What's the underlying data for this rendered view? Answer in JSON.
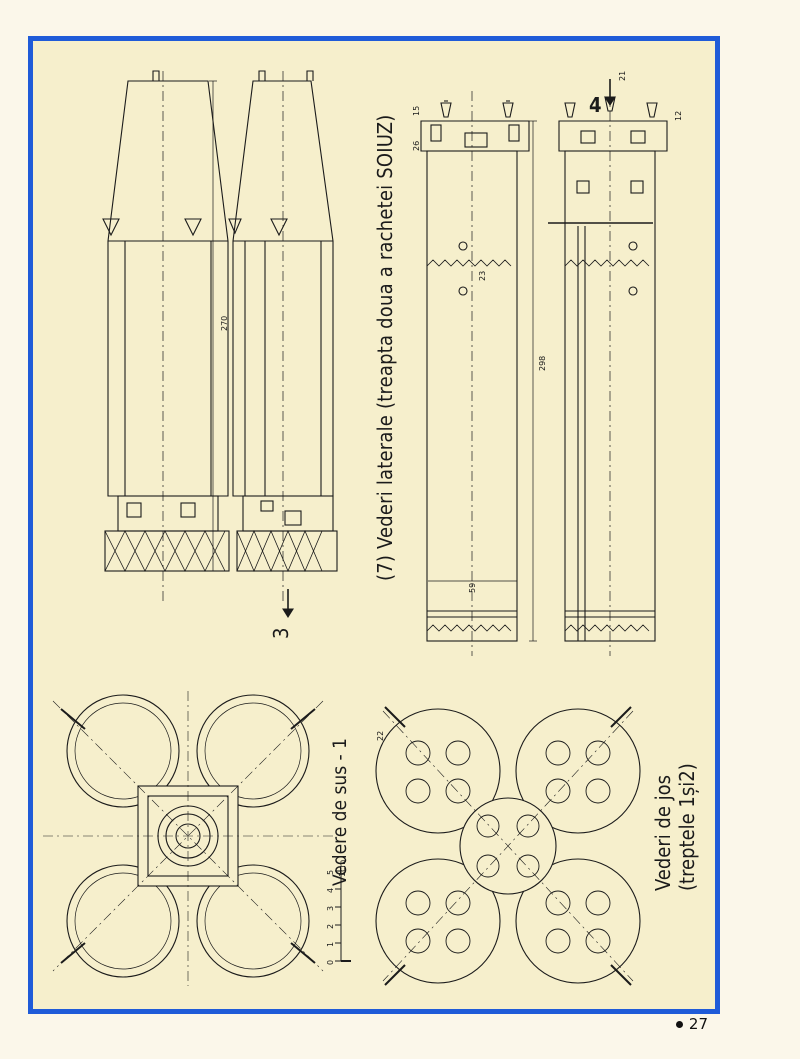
{
  "labels": {
    "side_views": "(7) Vederi laterale  (treapta doua a rachetei SOIUZ)",
    "top_view": "Vedere de sus - 1",
    "bottom_view_line1": "Vederi de jos",
    "bottom_view_line2": "(treptele 1și2)",
    "marker_3": "3",
    "marker_4": "4"
  },
  "dimensions": {
    "d_270": "270",
    "d_298": "298",
    "d_59": "59",
    "d_23": "23",
    "d_26": "26",
    "d_15": "15",
    "d_12": "12",
    "d_21": "21",
    "d_22": "22"
  },
  "scale": {
    "unit": "1cm",
    "ticks": [
      "0",
      "1",
      "2",
      "3",
      "4",
      "5"
    ]
  },
  "page_number": "27",
  "colors": {
    "frame": "#1f5bd8",
    "paper": "#f6efcc",
    "ink": "#1b1b1b"
  }
}
